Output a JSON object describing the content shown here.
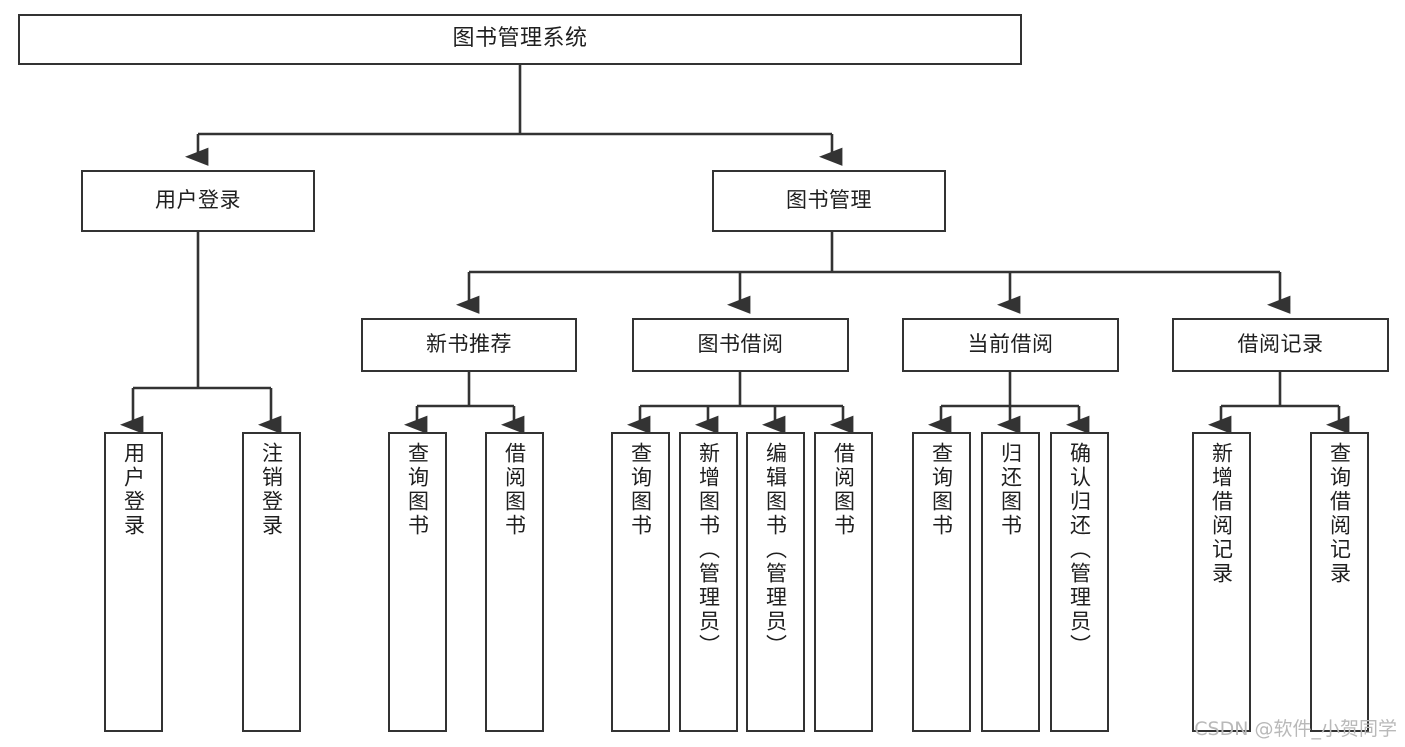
{
  "diagram": {
    "title": "图书管理系统",
    "type": "tree-hierarchy-chart",
    "orientation": "top-down",
    "colors": {
      "box_border": "#333333",
      "box_fill": "#ffffff",
      "edge": "#333333",
      "text": "#1f1f1f",
      "watermark": "#b9b9b9",
      "background": "#ffffff"
    }
  },
  "root": {
    "label": "图书管理系统"
  },
  "level2": [
    {
      "label": "用户登录"
    },
    {
      "label": "图书管理"
    }
  ],
  "level3": [
    {
      "label": "新书推荐"
    },
    {
      "label": "图书借阅"
    },
    {
      "label": "当前借阅"
    },
    {
      "label": "借阅记录"
    }
  ],
  "leaves": {
    "user_login": [
      {
        "label": "用户登录"
      },
      {
        "label": "注销登录"
      }
    ],
    "new_book_recommend": [
      {
        "label": "查询图书"
      },
      {
        "label": "借阅图书"
      }
    ],
    "book_borrow": [
      {
        "label": "查询图书"
      },
      {
        "label": "新增图书（管理员）"
      },
      {
        "label": "编辑图书（管理员）"
      },
      {
        "label": "借阅图书"
      }
    ],
    "current_borrow": [
      {
        "label": "查询图书"
      },
      {
        "label": "归还图书"
      },
      {
        "label": "确认归还（管理员）"
      }
    ],
    "borrow_record": [
      {
        "label": "新增借阅记录"
      },
      {
        "label": "查询借阅记录"
      }
    ]
  },
  "watermark": {
    "text": "CSDN @软件_小贺同学"
  }
}
